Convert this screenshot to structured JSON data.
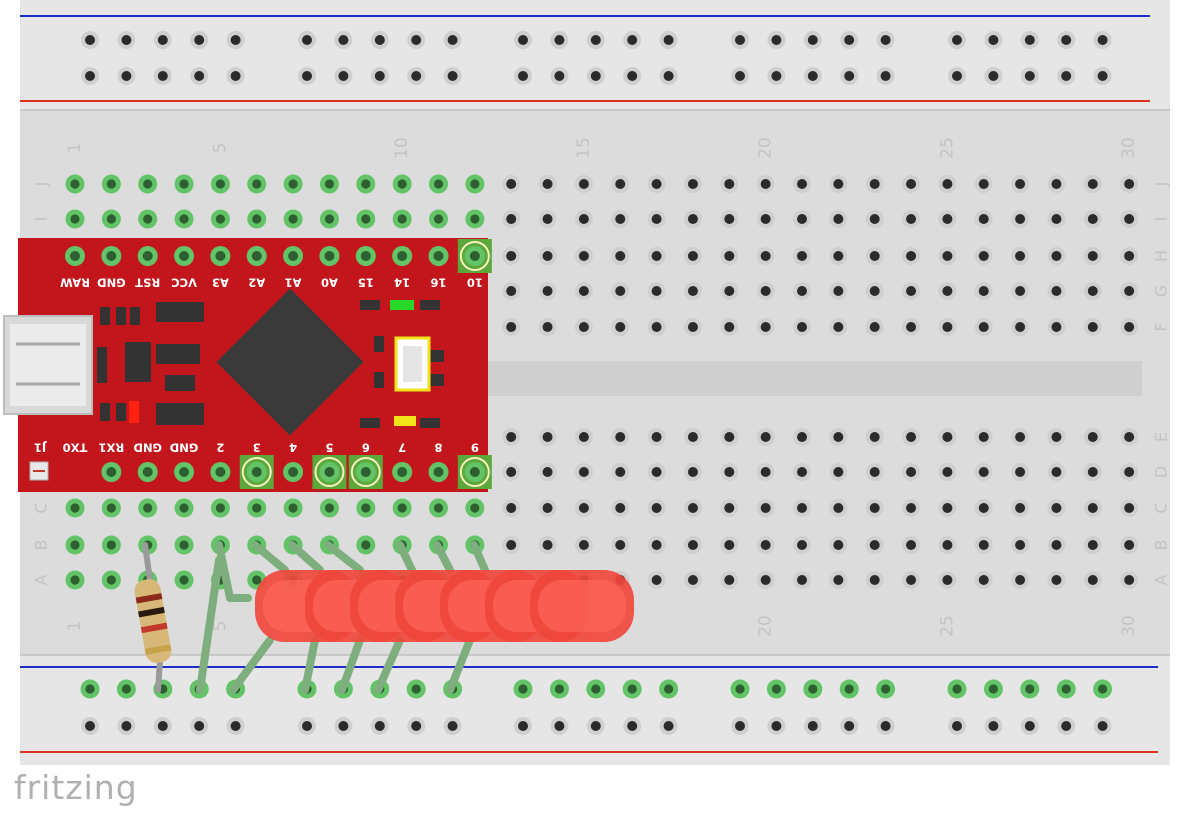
{
  "brand": "fritzing",
  "breadboard": {
    "column_numbers": [
      "1",
      "5",
      "10",
      "15",
      "20",
      "25",
      "30"
    ],
    "row_letters": [
      "J",
      "I",
      "H",
      "G",
      "F",
      "E",
      "D",
      "C",
      "B",
      "A"
    ],
    "colors": {
      "board": "#dcdcdc",
      "rail": "#e8e8e8",
      "rail_blue": "#1f2cc8",
      "rail_red": "#e03020",
      "hole": "#2b2b2b",
      "hole_connected": "#62c466",
      "label": "#c4c4c4"
    }
  },
  "pro_micro": {
    "top_pins": [
      "RAW",
      "GND",
      "RST",
      "VCC",
      "A3",
      "A2",
      "A1",
      "A0",
      "15",
      "14",
      "16",
      "10"
    ],
    "bottom_pins": [
      "TX0",
      "RX1",
      "GND",
      "GND",
      "2",
      "3",
      "4",
      "5",
      "6",
      "7",
      "8",
      "9"
    ],
    "connector_label": "J1",
    "colors": {
      "pcb": "#c2161c",
      "chip": "#3a3a3a",
      "pad": "#62c466",
      "led_green": "#27d927",
      "led_yellow": "#f2e21a"
    }
  },
  "leds": {
    "count": 7,
    "color": "#f0463c"
  },
  "resistor": {
    "bands": [
      "#8b2a1a",
      "#2a1a10",
      "#c0392b",
      "#c8a24a"
    ]
  }
}
